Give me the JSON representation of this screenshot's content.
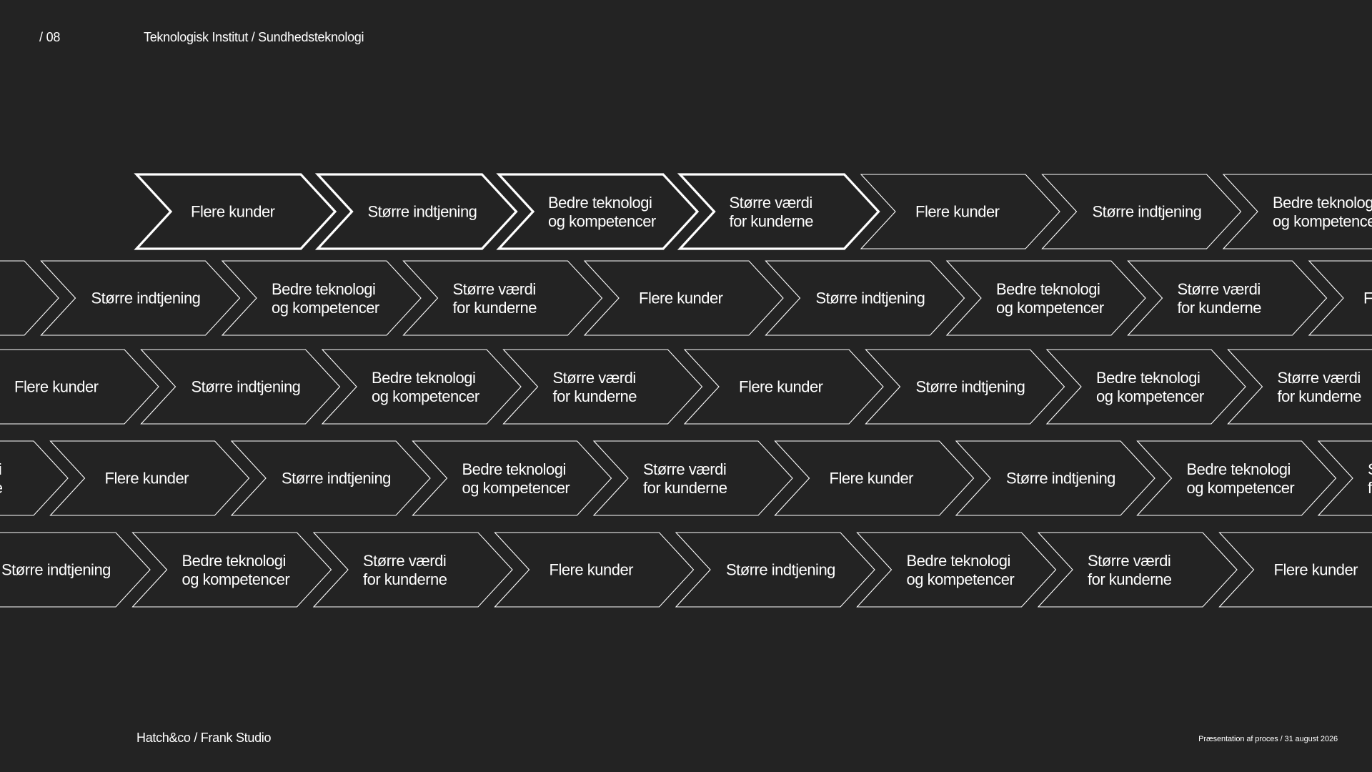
{
  "header": {
    "page_number": "/ 08",
    "breadcrumb": "Teknologisk Institut / Sundhedsteknologi"
  },
  "footer": {
    "left": "Hatch&co / Frank Studio",
    "right": "Præsentation af proces / 31 august 2026"
  },
  "colors": {
    "background": "#232323",
    "foreground": "#ffffff"
  },
  "chevrons": {
    "labels": [
      [
        "Flere kunder"
      ],
      [
        "Større indtjening"
      ],
      [
        "Bedre teknologi",
        "og kompetencer"
      ],
      [
        "Større værdi",
        "for kunderne"
      ]
    ],
    "highlighted_count": 4,
    "rows": [
      {
        "start_label_index": 0,
        "highlighted": true
      },
      {
        "start_label_index": 0
      },
      {
        "start_label_index": 0
      },
      {
        "start_label_index": 3
      },
      {
        "start_label_index": 1
      }
    ]
  }
}
